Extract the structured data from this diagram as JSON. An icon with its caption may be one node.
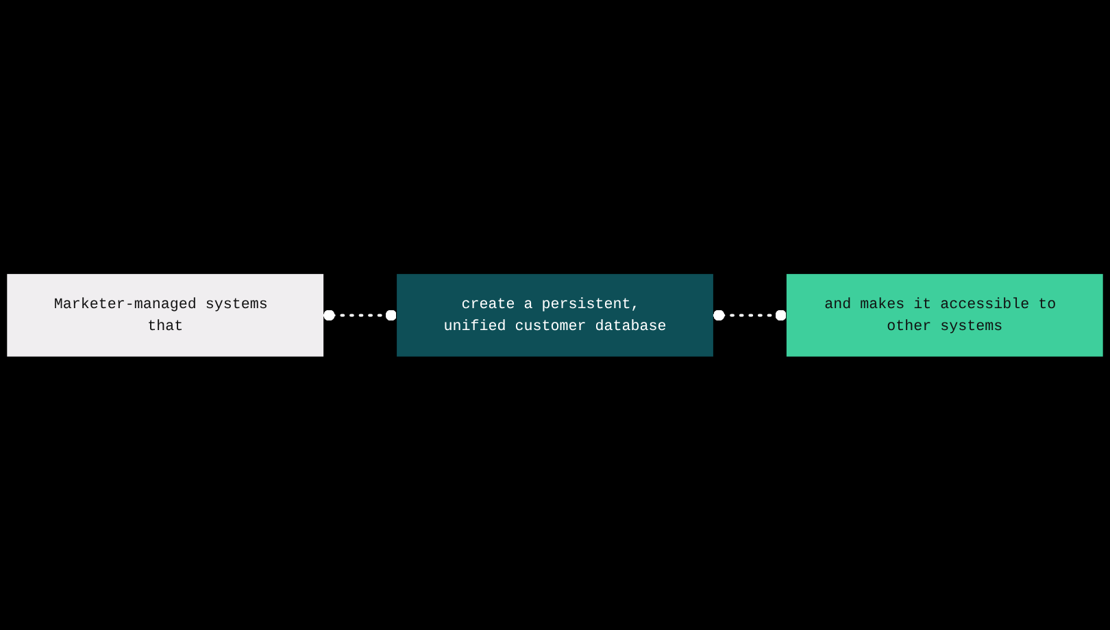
{
  "diagram": {
    "nodes": [
      {
        "text": [
          "Marketer-managed systems that"
        ]
      },
      {
        "text": [
          "create a persistent, unified customer database"
        ]
      },
      {
        "text": [
          "and makes it accessible to other systems"
        ]
      }
    ],
    "edges": [
      {
        "from": 0,
        "to": 1,
        "arrow": "other",
        "style": "dashed"
      },
      {
        "from": 1,
        "to": 2,
        "arrow": "other",
        "style": "dashed"
      }
    ]
  }
}
